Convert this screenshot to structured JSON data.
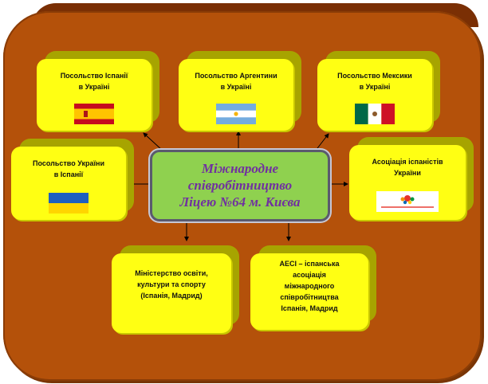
{
  "center": {
    "line1": "Міжнародне",
    "line2": "співробітництво",
    "line3": "Ліцею №64 м. Києва"
  },
  "cards": {
    "spain": {
      "line1": "Посольство  Іспанії",
      "line2": "в Україні",
      "flag": "spain-flag"
    },
    "argentina": {
      "line1": "Посольство   Аргентини",
      "line2": "в Україні",
      "flag": "argentina-flag"
    },
    "mexico": {
      "line1": "Посольство Мексики",
      "line2": "в Україні",
      "flag": "mexico-flag"
    },
    "ukraine": {
      "line1": "Посольство  України",
      "line2": "в Іспанії",
      "flag": "ukraine-flag"
    },
    "assoc": {
      "line1": "Асоціація  іспаністів",
      "line2": "України",
      "logo": "association-logo"
    },
    "ministry": {
      "line1": "Міністерство освіти,",
      "line2": "культури та спорту",
      "line3": "(Іспанія, Мадрид)"
    },
    "aeci": {
      "line1": "AECI – іспанська",
      "line2": "асоціація",
      "line3": "міжнародного",
      "line4": "співробітництва",
      "line5": "Іспанія, Мадрид"
    }
  },
  "colors": {
    "board": "#b4510a",
    "card": "#ffff13",
    "center": "#8fd14f",
    "center_text": "#7030a0"
  }
}
